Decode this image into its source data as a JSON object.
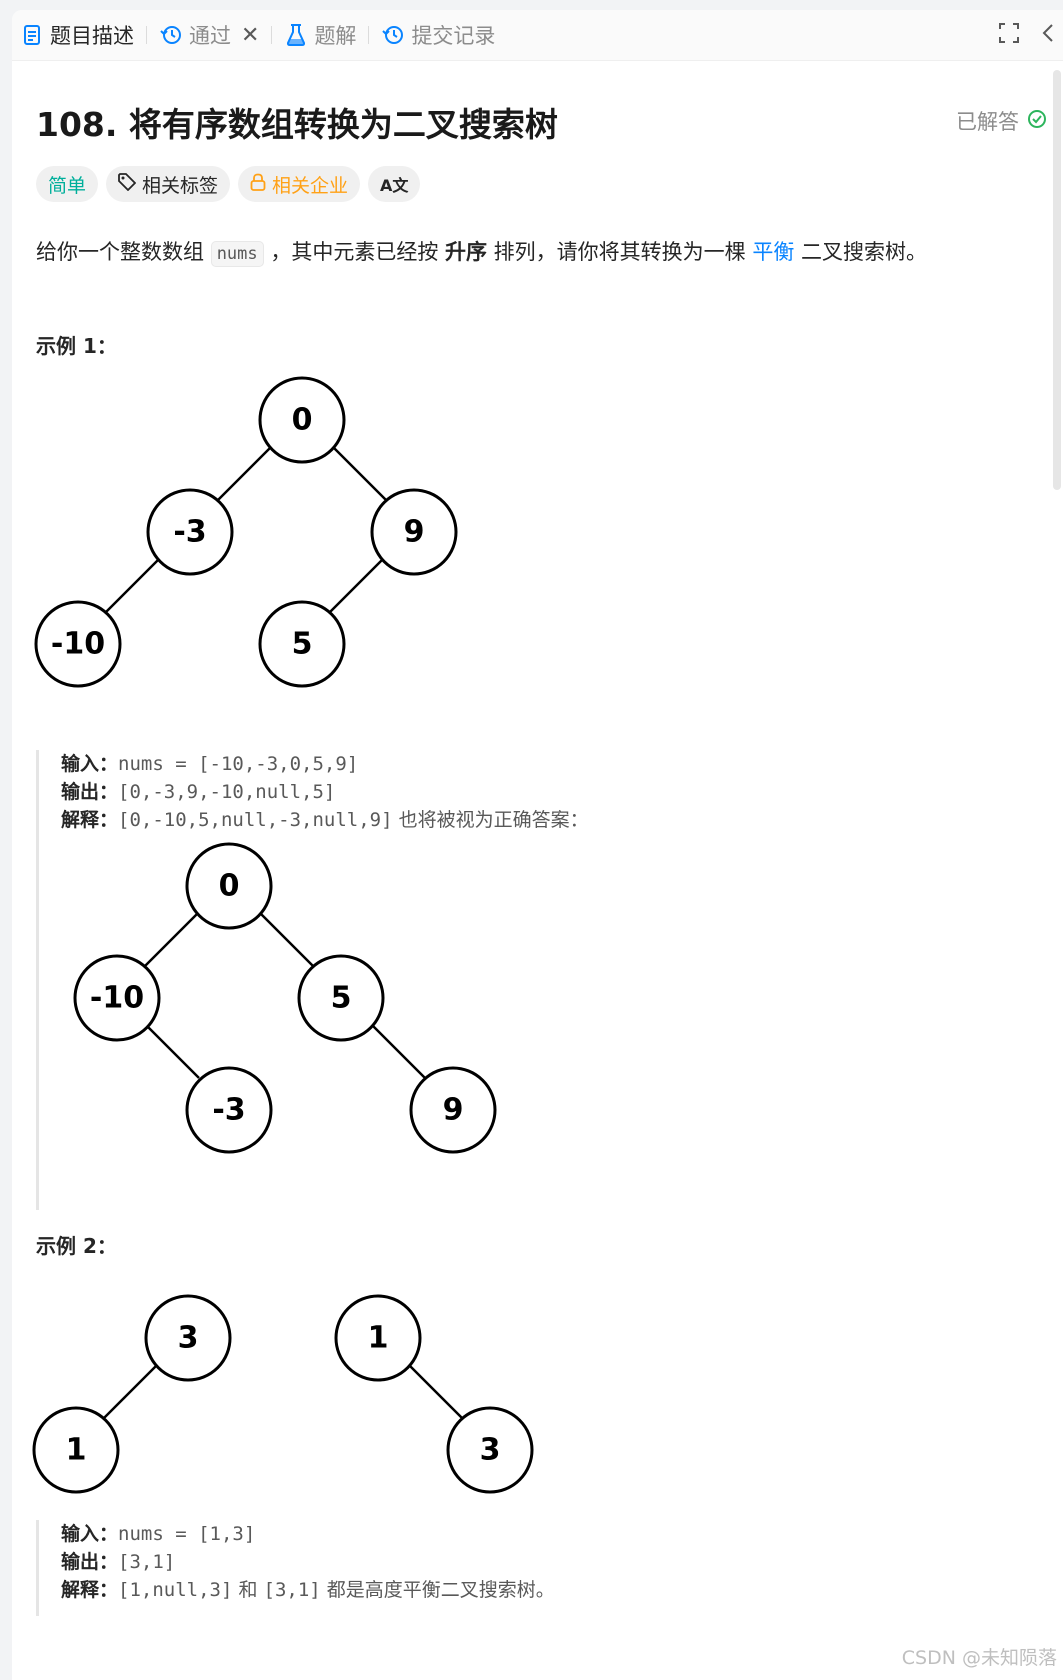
{
  "tabs": [
    {
      "label": "题目描述",
      "icon": "document-icon",
      "active": true
    },
    {
      "label": "通过",
      "icon": "history-icon",
      "closable": true
    },
    {
      "label": "题解",
      "icon": "flask-icon"
    },
    {
      "label": "提交记录",
      "icon": "history-icon"
    }
  ],
  "header": {
    "expand_icon": "fullscreen-icon",
    "collapse_icon": "chevron-left-icon"
  },
  "problem": {
    "title": "108. 将有序数组转换为二叉搜索树",
    "status": "已解答",
    "status_color": "#2db55d"
  },
  "tags": {
    "difficulty": "简单",
    "related_tags": "相关标签",
    "related_companies": "相关企业",
    "translate": "A文"
  },
  "colors": {
    "easy": "#00af9b",
    "company": "#ffa116",
    "link": "#0a84ff"
  },
  "description": {
    "part1": "给你一个整数数组 ",
    "code": "nums",
    "part2": " ，其中元素已经按 ",
    "bold": "升序",
    "part3": " 排列，请你将其转换为一棵 ",
    "link": "平衡",
    "part4": " 二叉搜索树。"
  },
  "example1": {
    "title": "示例 1：",
    "tree1": [
      "0",
      "-3",
      "9",
      "-10",
      "5"
    ],
    "input_label": "输入：",
    "input_value": "nums = [-10,-3,0,5,9]",
    "output_label": "输出：",
    "output_value": "[0,-3,9,-10,null,5]",
    "explain_label": "解释：",
    "explain_code": "[0,-10,5,null,-3,null,9]",
    "explain_text": " 也将被视为正确答案：",
    "tree2": [
      "0",
      "-10",
      "5",
      "-3",
      "9"
    ]
  },
  "example2": {
    "title": "示例 2：",
    "treeA": [
      "3",
      "1"
    ],
    "treeB": [
      "1",
      "3"
    ],
    "input_label": "输入：",
    "input_value": "nums = [1,3]",
    "output_label": "输出：",
    "output_value": "[3,1]",
    "explain_label": "解释：",
    "explain_code1": "[1,null,3]",
    "explain_mid": " 和 ",
    "explain_code2": "[3,1]",
    "explain_text": " 都是高度平衡二叉搜索树。"
  },
  "watermark": "CSDN @未知陨落"
}
